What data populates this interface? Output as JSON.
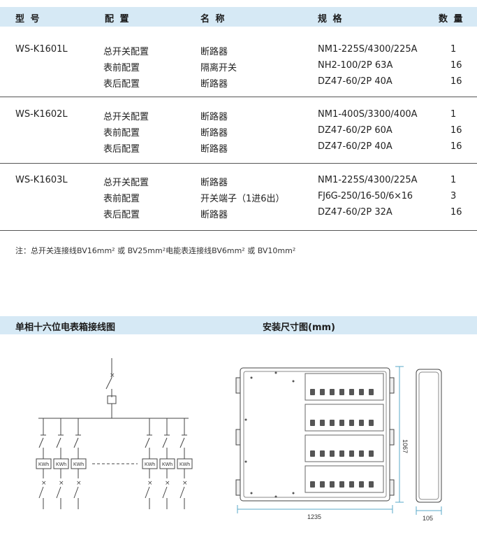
{
  "header": {
    "col1": "型 号",
    "col2": "配 置",
    "col3": "名 称",
    "col4": "规 格",
    "col5": "数 量"
  },
  "groups": [
    {
      "model": "WS-K1601L",
      "rows": [
        {
          "config": "总开关配置",
          "name": "断路器",
          "spec": "NM1-225S/4300/225A",
          "qty": "1"
        },
        {
          "config": "表前配置",
          "name": "隔离开关",
          "spec": "NH2-100/2P 63A",
          "qty": "16"
        },
        {
          "config": "表后配置",
          "name": "断路器",
          "spec": "DZ47-60/2P 40A",
          "qty": "16"
        }
      ]
    },
    {
      "model": "WS-K1602L",
      "rows": [
        {
          "config": "总开关配置",
          "name": "断路器",
          "spec": "NM1-400S/3300/400A",
          "qty": "1"
        },
        {
          "config": "表前配置",
          "name": "断路器",
          "spec": "DZ47-60/2P 60A",
          "qty": "16"
        },
        {
          "config": "表后配置",
          "name": "断路器",
          "spec": "DZ47-60/2P 40A",
          "qty": "16"
        }
      ]
    },
    {
      "model": "WS-K1603L",
      "rows": [
        {
          "config": "总开关配置",
          "name": "断路器",
          "spec": "NM1-225S/4300/225A",
          "qty": "1"
        },
        {
          "config": "表前配置",
          "name": "开关端子（1进6出）",
          "spec": "FJ6G-250/16-50/6×16",
          "qty": "3"
        },
        {
          "config": "表后配置",
          "name": "断路器",
          "spec": "DZ47-60/2P 32A",
          "qty": "16"
        }
      ]
    }
  ],
  "note": "注：总开关连接线BV16mm² 或 BV25mm²电能表连接线BV6mm² 或 BV10mm²",
  "sections": {
    "wiring_title": "单相十六位电表箱接线图",
    "dims_title": "安装尺寸图(mm)"
  },
  "wiring": {
    "meter_label": "KWh"
  },
  "dims": {
    "width": "1235",
    "height": "1067",
    "depth": "105"
  },
  "colors": {
    "header_bg": "#d6e9f5",
    "line": "#444444",
    "dim_line": "#5aa8c8"
  }
}
